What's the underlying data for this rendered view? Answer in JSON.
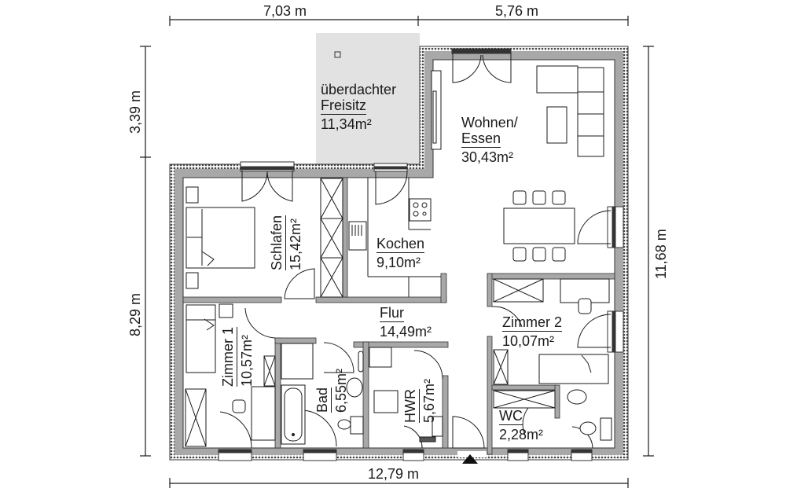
{
  "dimensions": {
    "top_left": "7,03 m",
    "top_right": "5,76 m",
    "left_top": "3,39 m",
    "left_bottom": "8,29 m",
    "right": "11,68 m",
    "bottom": "12,79 m"
  },
  "rooms": {
    "freisitz": {
      "name_line1": "überdachter",
      "name_line2": "Freisitz",
      "area": "11,34m²"
    },
    "wohnen": {
      "name_line1": "Wohnen/",
      "name_line2": "Essen",
      "area": "30,43m²"
    },
    "schlafen": {
      "name": "Schlafen",
      "area": "15,42m²"
    },
    "kochen": {
      "name": "Kochen",
      "area": "9,10m²"
    },
    "flur": {
      "name": "Flur",
      "area": "14,49m²"
    },
    "zimmer1": {
      "name": "Zimmer 1",
      "area": "10,57m²"
    },
    "bad": {
      "name": "Bad",
      "area": "6,55m²"
    },
    "hwr": {
      "name": "HWR",
      "area": "5,67m²"
    },
    "zimmer2": {
      "name": "Zimmer 2",
      "area": "10,07m²"
    },
    "wc": {
      "name": "WC",
      "area": "2,28m²"
    }
  },
  "colors": {
    "wall_fill": "#a8a8a8",
    "wall_hatch": "#555555",
    "terrace": "#e2e2e2",
    "line": "#1a1a1a"
  },
  "icons": {
    "entrance": "entrance-arrow-icon"
  }
}
